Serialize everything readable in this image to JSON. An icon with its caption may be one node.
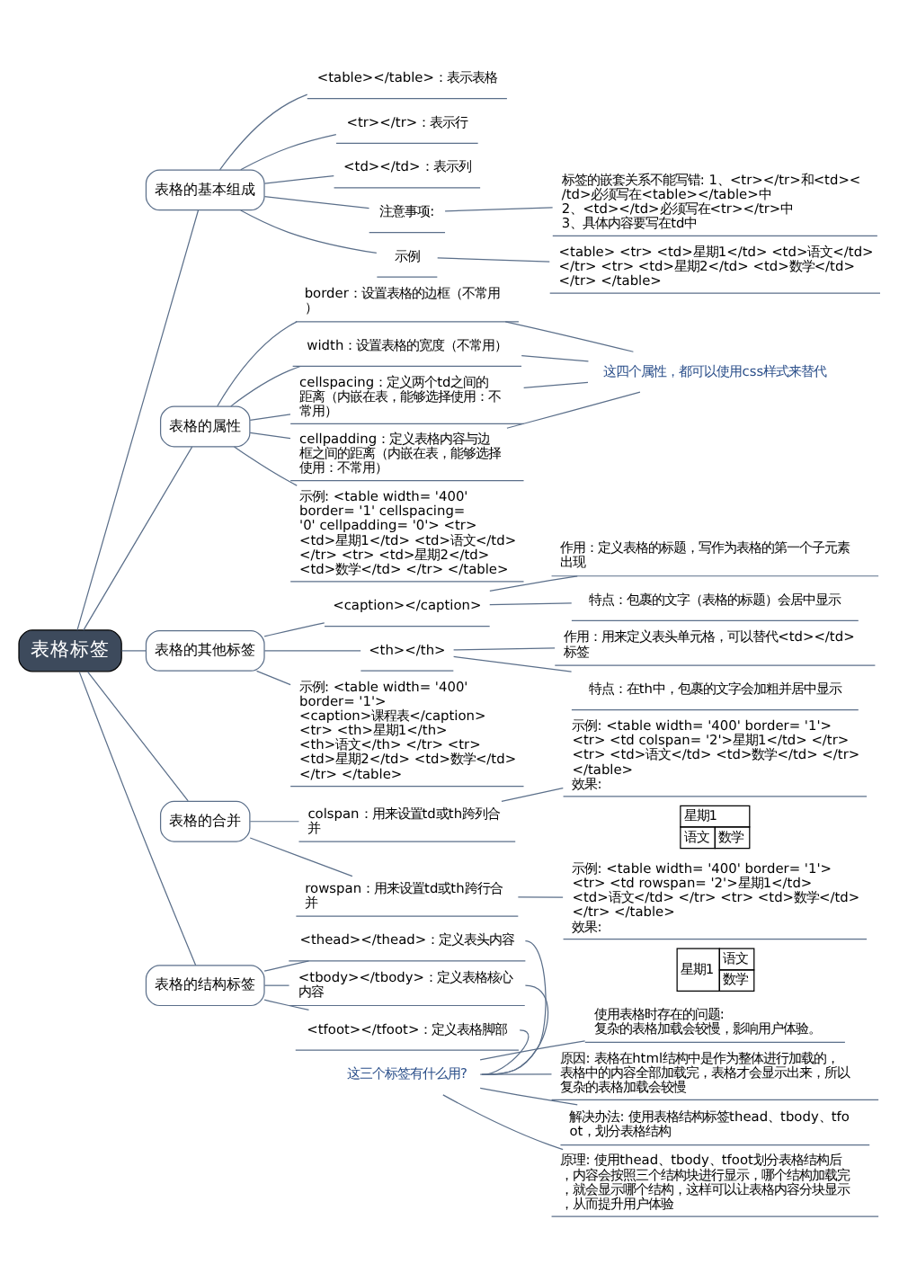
{
  "diagram": {
    "nodes": [
      {
        "text": [
          "表格标签"
        ]
      },
      {
        "text": [
          "表格的基本组成"
        ]
      },
      {
        "text": [
          "<table></table>：表示表格"
        ]
      },
      {
        "text": [
          "<tr></tr>：表示行"
        ]
      },
      {
        "text": [
          "<td></td>：表示列"
        ]
      },
      {
        "text": [
          "注意事项:"
        ]
      },
      {
        "text": [
          "标签的嵌套关系不能写错: 1、<tr></tr>和<td></td>必须写在<table></table>中 2、<td></td>必须写在<tr></tr>中 3、具体内容要写在td中"
        ]
      },
      {
        "text": [
          "示例"
        ]
      },
      {
        "text": [
          "<table> <tr> <td>星期1</td> <td>语文</td> </tr> <tr> <td>星期2</td> <td>数学</td> </tr> </table>"
        ]
      },
      {
        "text": [
          "表格的属性"
        ]
      },
      {
        "text": [
          "border：设置表格的边框（不常用）"
        ]
      },
      {
        "text": [
          "width：设置表格的宽度（不常用）"
        ]
      },
      {
        "text": [
          "cellspacing：定义两个td之间的距离（内嵌在表，能够选择使用：不常用）"
        ]
      },
      {
        "text": [
          "cellpadding：定义表格内容与边框之间的距离（内嵌在表，能够选择使用：不常用）"
        ]
      },
      {
        "text": [
          "这四个属性，都可以使用css样式来替代"
        ]
      },
      {
        "text": [
          "示例: <table width= '400' border= '1' cellspacing= '0' cellpadding= '0'> <tr> <td>星期1</td> <td>语文</td> </tr> <tr> <td>星期2</td> <td>数学</td> </tr> </table>"
        ]
      },
      {
        "text": [
          "表格的其他标签"
        ]
      },
      {
        "text": [
          "<caption></caption>"
        ]
      },
      {
        "text": [
          "作用：定义表格的标题，写作为表格的第一个子元素出现"
        ]
      },
      {
        "text": [
          "特点：包裹的文字（表格的标题）会居中显示"
        ]
      },
      {
        "text": [
          "<th></th>"
        ]
      },
      {
        "text": [
          "作用：用来定义表头单元格，可以替代<td></td>标签"
        ]
      },
      {
        "text": [
          "特点：在th中，包裹的文字会加粗并居中显示"
        ]
      },
      {
        "text": [
          "示例: <table width= '400' border= '1'> <caption>课程表</caption> <tr> <th>星期1</th> <th>语文</th> </tr> <tr> <td>星期2</td> <td>数学</td> </tr> </table>"
        ]
      },
      {
        "text": [
          "表格的合并"
        ]
      },
      {
        "text": [
          "colspan：用来设置td或th跨列合并"
        ]
      },
      {
        "text": [
          "示例: <table width= '400' border= '1'> <tr> <td colspan= '2'>星期1</td> </tr> <tr> <td>语文</td> <td>数学</td> </tr> </table>",
          "效果:"
        ]
      },
      {
        "text": [
          "rowspan：用来设置td或th跨行合并"
        ]
      },
      {
        "text": [
          "示例: <table width= '400' border= '1'> <tr> <td rowspan= '2'>星期1</td> <td>语文</td> </tr> <tr> <td>数学</td> </tr> </table>",
          "效果:"
        ]
      },
      {
        "text": [
          "表格的结构标签"
        ]
      },
      {
        "text": [
          "<thead></thead>：定义表头内容"
        ]
      },
      {
        "text": [
          "<tbody></tbody>：定义表格核心内容"
        ]
      },
      {
        "text": [
          "<tfoot></tfoot>：定义表格脚部"
        ]
      },
      {
        "text": [
          "这三个标签有什么用?"
        ]
      },
      {
        "text": [
          "使用表格时存在的问题: 复杂的表格加载会较慢，影响用户体验。"
        ]
      },
      {
        "text": [
          "原因: 表格在html结构中是作为整体进行加载的，表格中的内容全部加载完，表格才会显示出来，所以复杂的表格加载会较慢"
        ]
      },
      {
        "text": [
          "解决办法: 使用表格结构标签thead、tbody、tfoot，划分表格结构"
        ]
      },
      {
        "text": [
          "原理: 使用thead、tbody、tfoot划分表格结构后，内容会按照三个结构块进行显示，哪个结构加载完，就会显示哪个结构，这样可以让表格内容分块显示，从而提升用户体验"
        ]
      }
    ],
    "edges": [
      {
        "from": 0,
        "to": 1,
        "arrow": "none"
      },
      {
        "from": 1,
        "to": 2,
        "arrow": "none"
      },
      {
        "from": 1,
        "to": 3,
        "arrow": "none"
      },
      {
        "from": 1,
        "to": 4,
        "arrow": "none"
      },
      {
        "from": 1,
        "to": 5,
        "arrow": "none"
      },
      {
        "from": 5,
        "to": 6,
        "arrow": "none"
      },
      {
        "from": 1,
        "to": 7,
        "arrow": "none"
      },
      {
        "from": 7,
        "to": 8,
        "arrow": "none"
      },
      {
        "from": 0,
        "to": 9,
        "arrow": "none"
      },
      {
        "from": 9,
        "to": 10,
        "arrow": "none"
      },
      {
        "from": 9,
        "to": 11,
        "arrow": "none"
      },
      {
        "from": 9,
        "to": 12,
        "arrow": "none"
      },
      {
        "from": 9,
        "to": 13,
        "arrow": "none"
      },
      {
        "from": 10,
        "to": 14,
        "arrow": "none"
      },
      {
        "from": 11,
        "to": 14,
        "arrow": "none"
      },
      {
        "from": 12,
        "to": 14,
        "arrow": "none"
      },
      {
        "from": 13,
        "to": 14,
        "arrow": "none"
      },
      {
        "from": 9,
        "to": 15,
        "arrow": "none"
      },
      {
        "from": 0,
        "to": 16,
        "arrow": "none"
      },
      {
        "from": 16,
        "to": 17,
        "arrow": "none"
      },
      {
        "from": 17,
        "to": 18,
        "arrow": "none"
      },
      {
        "from": 17,
        "to": 19,
        "arrow": "none"
      },
      {
        "from": 16,
        "to": 20,
        "arrow": "none"
      },
      {
        "from": 20,
        "to": 21,
        "arrow": "none"
      },
      {
        "from": 20,
        "to": 22,
        "arrow": "none"
      },
      {
        "from": 16,
        "to": 23,
        "arrow": "none"
      },
      {
        "from": 0,
        "to": 24,
        "arrow": "none"
      },
      {
        "from": 24,
        "to": 25,
        "arrow": "none"
      },
      {
        "from": 25,
        "to": 26,
        "arrow": "none"
      },
      {
        "from": 24,
        "to": 27,
        "arrow": "none"
      },
      {
        "from": 27,
        "to": 28,
        "arrow": "none"
      },
      {
        "from": 0,
        "to": 29,
        "arrow": "none"
      },
      {
        "from": 29,
        "to": 30,
        "arrow": "none"
      },
      {
        "from": 29,
        "to": 31,
        "arrow": "none"
      },
      {
        "from": 29,
        "to": 32,
        "arrow": "none"
      },
      {
        "from": 30,
        "to": 33,
        "arrow": "none"
      },
      {
        "from": 31,
        "to": 33,
        "arrow": "none"
      },
      {
        "from": 32,
        "to": 33,
        "arrow": "none"
      },
      {
        "from": 33,
        "to": 34,
        "arrow": "none"
      },
      {
        "from": 33,
        "to": 35,
        "arrow": "none"
      },
      {
        "from": 33,
        "to": 36,
        "arrow": "none"
      },
      {
        "from": 33,
        "to": 37,
        "arrow": "none"
      }
    ],
    "labels": [
      "星期1",
      "语文",
      "数学",
      "星期1",
      "语文",
      "数学"
    ]
  }
}
